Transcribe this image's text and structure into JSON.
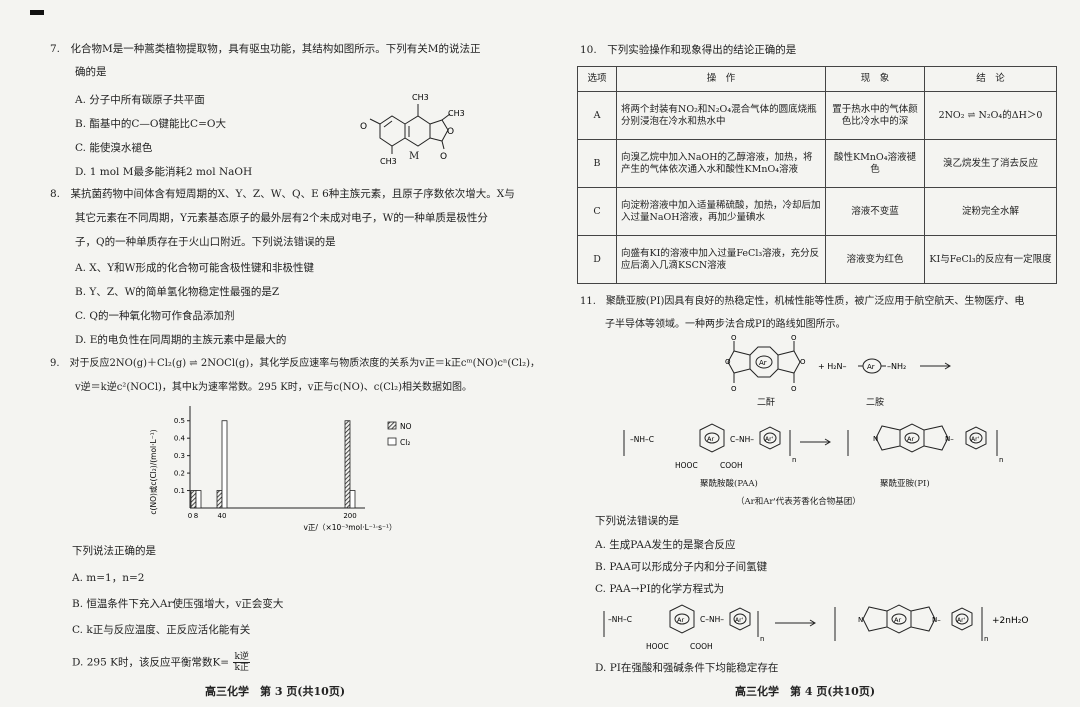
{
  "q7": {
    "stem1": "7.　化合物M是一种蒿类植物提取物，具有驱虫功能，其结构如图所示。下列有关M的说法正",
    "stem2": "确的是",
    "A": "A. 分子中所有碳原子共平面",
    "B": "B. 酯基中的C—O键能比C=O大",
    "C": "C. 能使溴水褪色",
    "D": "D. 1 mol M最多能消耗2 mol NaOH",
    "label": "M"
  },
  "q8": {
    "l1": "8.　某抗菌药物中间体含有短周期的X、Y、Z、W、Q、E 6种主族元素，且原子序数依次增大。X与",
    "l2": "其它元素在不同周期，Y元素基态原子的最外层有2个未成对电子，W的一种单质是极性分",
    "l3": "子，Q的一种单质存在于火山口附近。下列说法错误的是",
    "A": "A. X、Y和W形成的化合物可能含极性键和非极性键",
    "B": "B. Y、Z、W的简单氢化物稳定性最强的是Z",
    "C": "C. Q的一种氧化物可作食品添加剂",
    "D": "D. E的电负性在同周期的主族元素中是最大的"
  },
  "q9": {
    "l1": "9.　对于反应2NO(g)＋Cl₂(g) ⇌ 2NOCl(g)，其化学反应速率与物质浓度的关系为v正＝k正cᵐ(NO)cⁿ(Cl₂)，",
    "l2": "v逆＝k逆c²(NOCl)，其中k为速率常数。295 K时，v正与c(NO)、c(Cl₂)相关数据如图。",
    "stem": "下列说法正确的是",
    "A": "A.  m=1，n=2",
    "B": "B. 恒温条件下充入Ar使压强增大，v正会变大",
    "C": "C. k正与反应温度、正反应活化能有关",
    "D": "D. 295 K时，该反应平衡常数K=",
    "D_num": "k逆",
    "D_den": "k正"
  },
  "chart_data": {
    "type": "bar",
    "categories": [
      "8",
      "40",
      "200"
    ],
    "series": [
      {
        "name": "NO",
        "values": [
          0.1,
          0.1,
          0.5
        ]
      },
      {
        "name": "Cl₂",
        "values": [
          0.1,
          0.5,
          0.1
        ]
      }
    ],
    "ylabel": "c(NO)或c(Cl₂)/(mol·L⁻¹)",
    "xlabel": "v正/（×10⁻³mol·L⁻¹·s⁻¹）",
    "yticks": [
      "0.1",
      "0.2",
      "0.3",
      "0.4",
      "0.5"
    ],
    "xticks": [
      "0",
      "8",
      "40",
      "200"
    ],
    "ylim": [
      0,
      0.55
    ],
    "legend": "top-right"
  },
  "q10": {
    "title": "10.　下列实验操作和现象得出的结论正确的是",
    "headers": [
      "选项",
      "操　作",
      "现　象",
      "结　论"
    ],
    "rows": [
      {
        "opt": "A",
        "op": "将两个封装有NO₂和N₂O₄混合气体的圆底烧瓶分别浸泡在冷水和热水中",
        "ph": "置于热水中的气体颜色比冷水中的深",
        "con": "2NO₂ ⇌ N₂O₄的ΔH＞0"
      },
      {
        "opt": "B",
        "op": "向溴乙烷中加入NaOH的乙醇溶液，加热，将产生的气体依次通入水和酸性KMnO₄溶液",
        "ph": "酸性KMnO₄溶液褪色",
        "con": "溴乙烷发生了消去反应"
      },
      {
        "opt": "C",
        "op": "向淀粉溶液中加入适量稀硫酸，加热，冷却后加入过量NaOH溶液，再加少量碘水",
        "ph": "溶液不变蓝",
        "con": "淀粉完全水解"
      },
      {
        "opt": "D",
        "op": "向盛有KI的溶液中加入过量FeCl₃溶液，充分反应后滴入几滴KSCN溶液",
        "ph": "溶液变为红色",
        "con": "KI与FeCl₃的反应有一定限度"
      }
    ]
  },
  "q11": {
    "l1": "11.　聚酰亚胺(PI)因具有良好的热稳定性，机械性能等性质，被广泛应用于航空航天、生物医疗、电",
    "l2": "子半导体等领域。一种两步法合成PI的路线如图所示。",
    "dianhydride": "二酐",
    "diamine": "二胺",
    "paa": "聚酰胺酸(PAA)",
    "pi": "聚酰亚胺(PI)",
    "note": "（Ar和Ar'代表芳香化合物基团）",
    "stem": "下列说法错误的是",
    "A": "A. 生成PAA发生的是聚合反应",
    "B": "B. PAA可以形成分子内和分子间氢键",
    "C": "C. PAA→PI的化学方程式为",
    "D": "D. PI在强酸和强碱条件下均能稳定存在",
    "water": "+2nH₂O"
  },
  "footer": {
    "left": "高三化学　第 3 页(共10页)",
    "right": "高三化学　第 4 页(共10页)"
  }
}
